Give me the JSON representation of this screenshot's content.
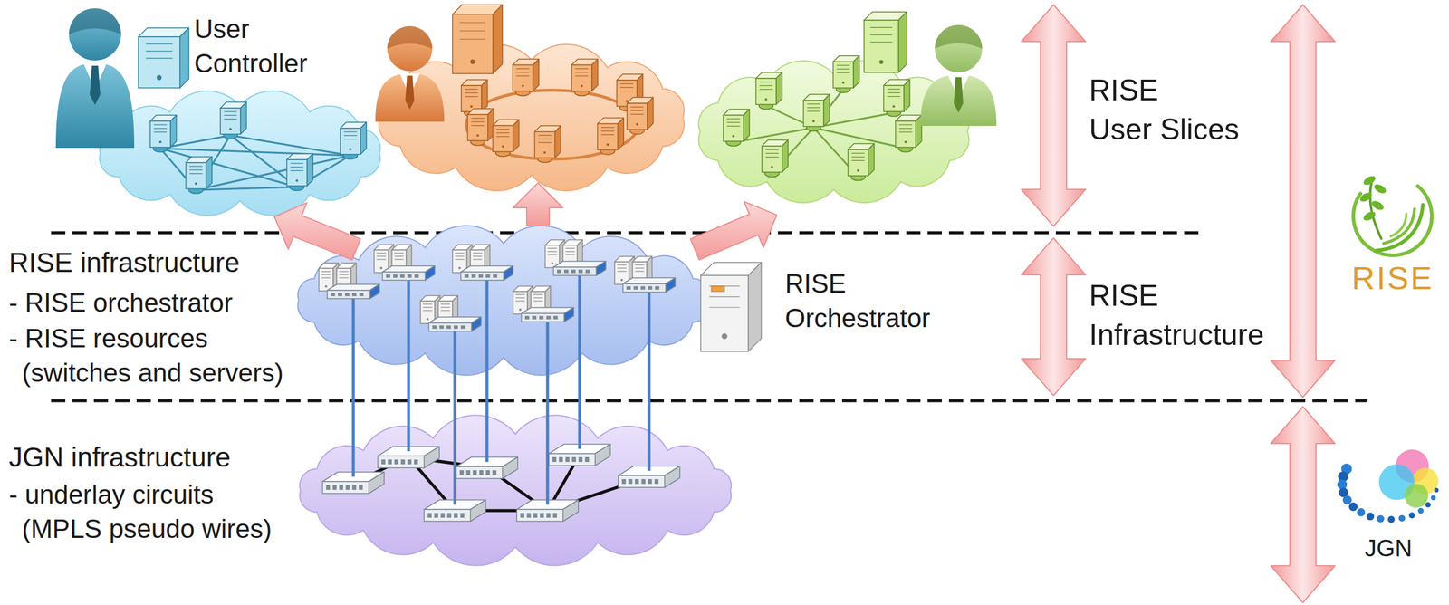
{
  "diagram": {
    "labels": [
      "User Controller",
      "RISE User Slices",
      "RISE infrastructure",
      "- RISE orchestrator",
      "- RISE resources (switches and servers)",
      "RISE Orchestrator",
      "RISE Infrastructure",
      "JGN infrastructure",
      "- underlay circuits (MPLS pseudo wires)",
      "RISE",
      "JGN"
    ]
  }
}
